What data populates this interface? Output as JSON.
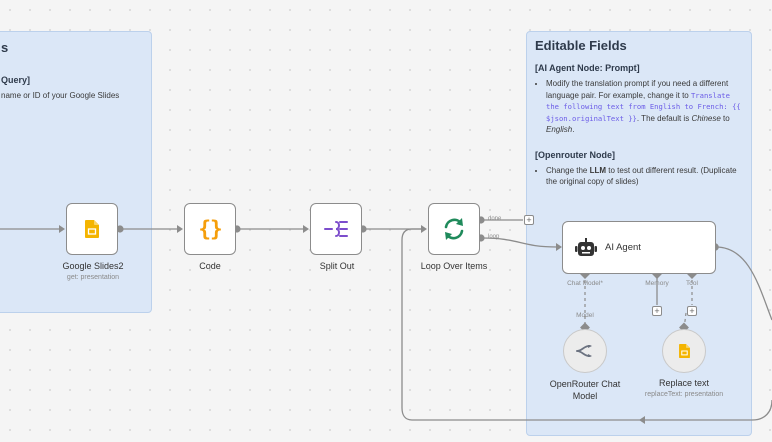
{
  "sticky_left": {
    "title": "s",
    "subtitle": "Query]",
    "text": "name or ID of your Google Slides"
  },
  "sticky_right": {
    "title": "Editable Fields",
    "section1_title": "[AI Agent Node: Prompt]",
    "section1_text_a": "Modify the translation prompt if you need a different language pair. For example, change it to ",
    "section1_code": "Translate the following text from English to French: {{ $json.originalText }}",
    "section1_text_b": ". The default is ",
    "section1_em1": "Chinese",
    "section1_text_c": " to ",
    "section1_em2": "English",
    "section1_text_d": ".",
    "section2_title": "[Openrouter Node]",
    "section2_text_a": "Change the ",
    "section2_bold": "LLM",
    "section2_text_b": " to test out different result. (Duplicate the original copy of slides)"
  },
  "nodes": {
    "google_slides": {
      "label": "Google Slides2",
      "sub": "get: presentation",
      "icon": "google-slides-icon"
    },
    "code": {
      "label": "Code",
      "icon": "code-braces-icon"
    },
    "split_out": {
      "label": "Split Out",
      "icon": "split-out-icon"
    },
    "loop": {
      "label": "Loop Over Items",
      "icon": "loop-icon",
      "out_done": "done",
      "out_loop": "loop"
    },
    "agent": {
      "label": "AI Agent",
      "icon": "robot-icon"
    },
    "openrouter": {
      "label": "OpenRouter Chat Model",
      "icon": "openrouter-icon"
    },
    "replace": {
      "label": "Replace text",
      "sub": "replaceText: presentation",
      "icon": "google-slides-icon"
    }
  },
  "ports": {
    "chat_model": "Chat Model*",
    "memory": "Memory",
    "tool": "Tool",
    "model_edge": "Model"
  },
  "colors": {
    "canvas": "#f5f5f5",
    "sticky": "#dbe7f7",
    "wire": "#8c8c8c",
    "code_orange": "#f59e0b",
    "split_purple": "#7c4dcc",
    "loop_green": "#1f8a5b",
    "slides_yellow": "#f4b400"
  }
}
